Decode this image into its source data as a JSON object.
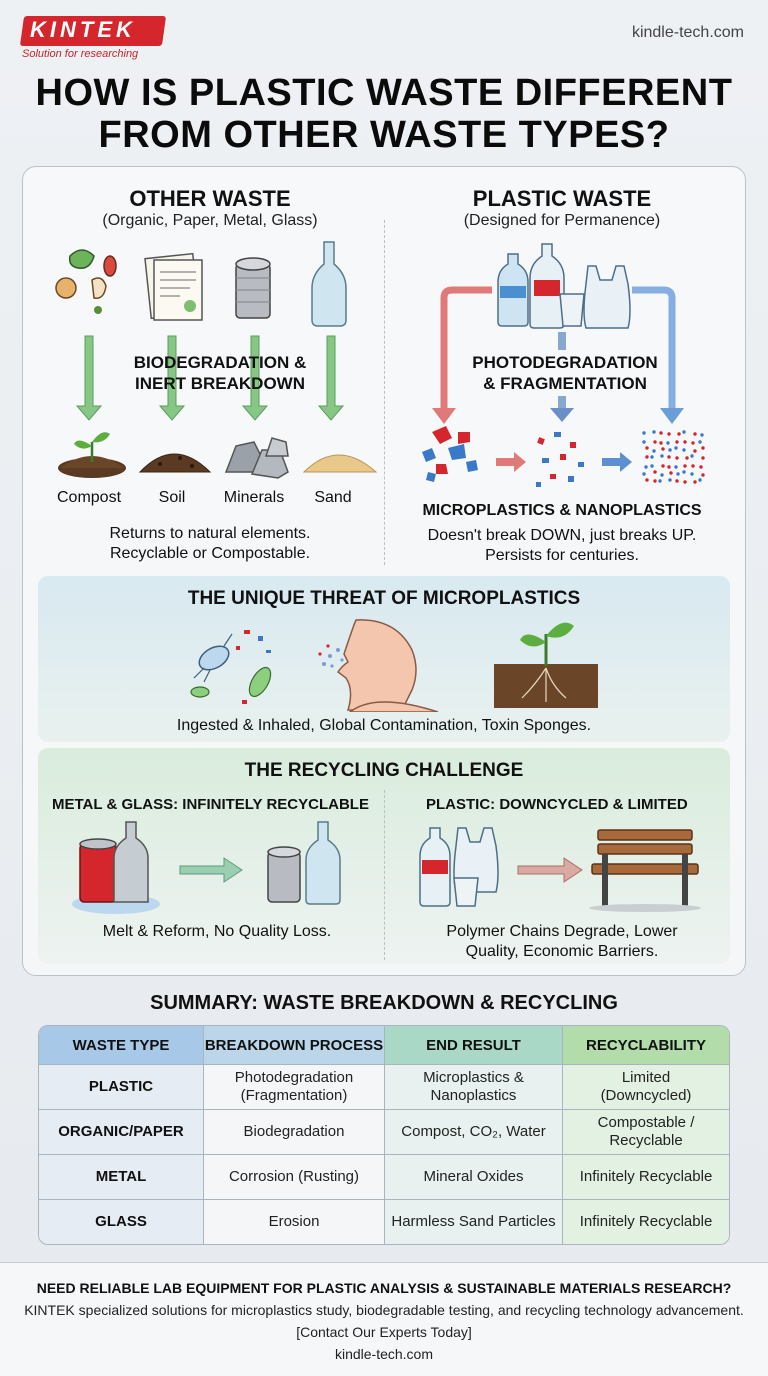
{
  "header": {
    "logo_text": "KINTEK",
    "logo_tagline": "Solution for researching",
    "site": "kindle-tech.com",
    "title_line1": "HOW IS PLASTIC WASTE DIFFERENT",
    "title_line2": "FROM OTHER WASTE TYPES?"
  },
  "other_waste": {
    "title": "OTHER WASTE",
    "subtitle": "(Organic, Paper, Metal, Glass)",
    "process_line1": "BIODEGRADATION &",
    "process_line2": "INERT BREAKDOWN",
    "results": [
      "Compost",
      "Soil",
      "Minerals",
      "Sand"
    ],
    "desc_line1": "Returns to natural elements.",
    "desc_line2": "Recyclable or Compostable."
  },
  "plastic_waste": {
    "title": "PLASTIC WASTE",
    "subtitle": "(Designed for Permanence)",
    "process_line1": "PHOTODEGRADATION",
    "process_line2": "& FRAGMENTATION",
    "result_label": "MICROPLASTICS & NANOPLASTICS",
    "desc_line1": "Doesn't break DOWN, just breaks UP.",
    "desc_line2": "Persists for centuries."
  },
  "threat": {
    "title": "THE UNIQUE THREAT OF MICROPLASTICS",
    "desc": "Ingested & Inhaled, Global Contamination, Toxin Sponges."
  },
  "recycling": {
    "title": "THE RECYCLING CHALLENGE",
    "left_title": "METAL & GLASS: INFINITELY RECYCLABLE",
    "left_desc": "Melt & Reform, No Quality Loss.",
    "right_title": "PLASTIC: DOWNCYCLED & LIMITED",
    "right_desc_line1": "Polymer Chains Degrade, Lower",
    "right_desc_line2": "Quality, Economic Barriers."
  },
  "summary": {
    "title": "SUMMARY: WASTE BREAKDOWN & RECYCLING",
    "headers": [
      "WASTE TYPE",
      "BREAKDOWN PROCESS",
      "END RESULT",
      "RECYCLABILITY"
    ],
    "rows": [
      {
        "type": "PLASTIC",
        "process_l1": "Photodegradation",
        "process_l2": "(Fragmentation)",
        "result_l1": "Microplastics &",
        "result_l2": "Nanoplastics",
        "recyc_l1": "Limited",
        "recyc_l2": "(Downcycled)"
      },
      {
        "type": "ORGANIC/PAPER",
        "process_l1": "Biodegradation",
        "process_l2": "",
        "result_l1": "Compost, CO₂, Water",
        "result_l2": "",
        "recyc_l1": "Compostable /",
        "recyc_l2": "Recyclable"
      },
      {
        "type": "METAL",
        "process_l1": "Corrosion (Rusting)",
        "process_l2": "",
        "result_l1": "Mineral Oxides",
        "result_l2": "",
        "recyc_l1": "Infinitely Recyclable",
        "recyc_l2": ""
      },
      {
        "type": "GLASS",
        "process_l1": "Erosion",
        "process_l2": "",
        "result_l1": "Harmless Sand Particles",
        "result_l2": "",
        "recyc_l1": "Infinitely Recyclable",
        "recyc_l2": ""
      }
    ]
  },
  "footer": {
    "cta": "NEED RELIABLE LAB EQUIPMENT FOR PLASTIC ANALYSIS & SUSTAINABLE MATERIALS RESEARCH?",
    "desc": "KINTEK specialized solutions for microplastics study, biodegradable testing, and recycling technology advancement.",
    "contact": "[Contact Our Experts Today]",
    "site": "kindle-tech.com"
  },
  "colors": {
    "brand_red": "#d6262d",
    "arrow_green": "#7cbf7c",
    "arrow_blue": "#6aa0d6",
    "arrow_red": "#e0706e"
  }
}
